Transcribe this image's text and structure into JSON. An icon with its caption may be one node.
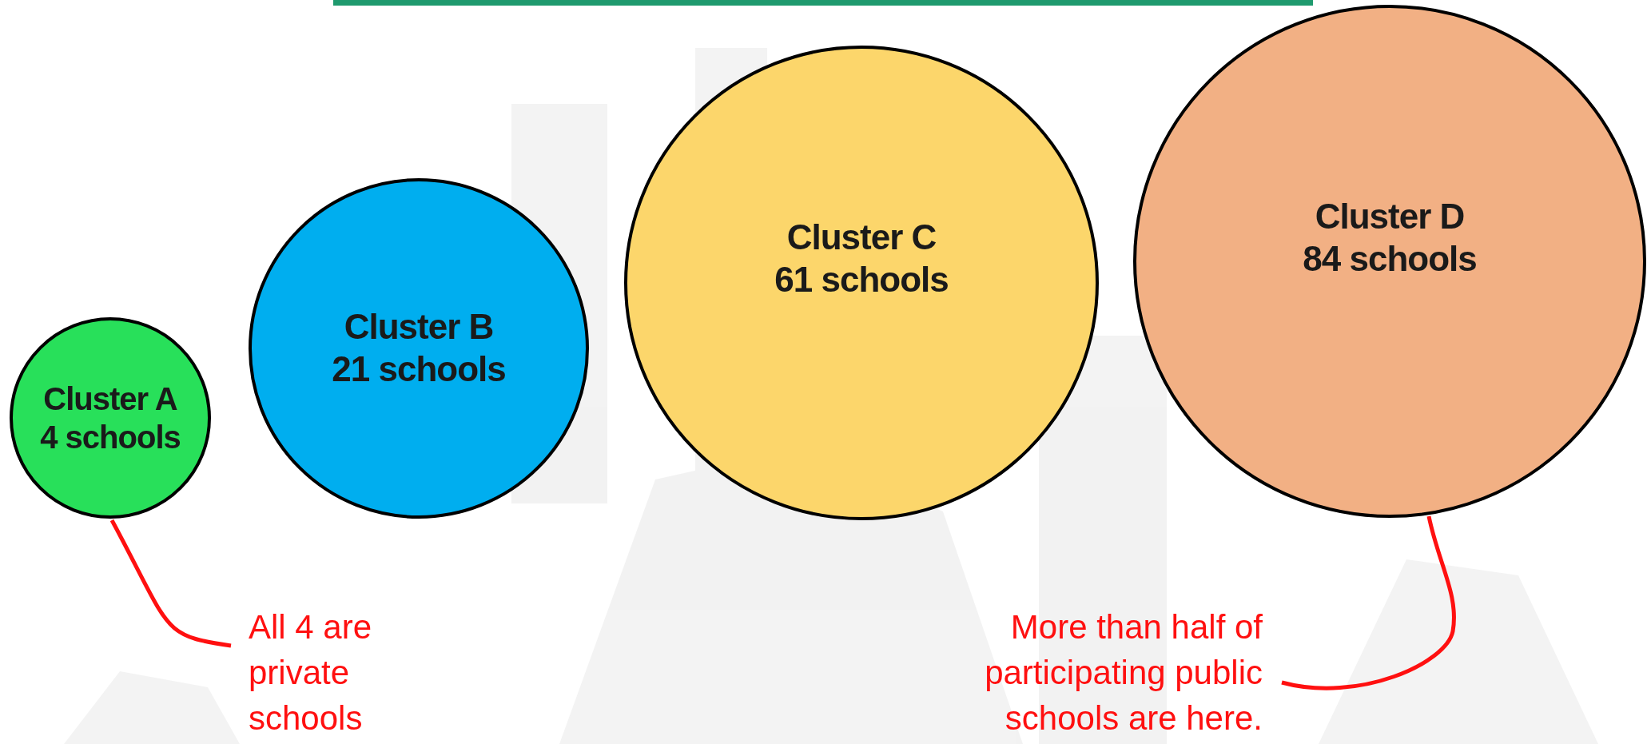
{
  "diagram": {
    "nodes": [
      {
        "text": [
          "Cluster A",
          "4 schools"
        ]
      },
      {
        "text": [
          "Cluster B",
          "21 schools"
        ]
      },
      {
        "text": [
          "Cluster C",
          "61 schools"
        ]
      },
      {
        "text": [
          "Cluster D",
          "84 schools"
        ]
      },
      {
        "text": [
          "All 4 are private schools"
        ]
      },
      {
        "text": [
          "More than half of participating public schools are here."
        ]
      }
    ],
    "edges": [
      {
        "from": 4,
        "to": 0,
        "arrow": "none"
      },
      {
        "from": 5,
        "to": 3,
        "arrow": "none"
      }
    ]
  }
}
